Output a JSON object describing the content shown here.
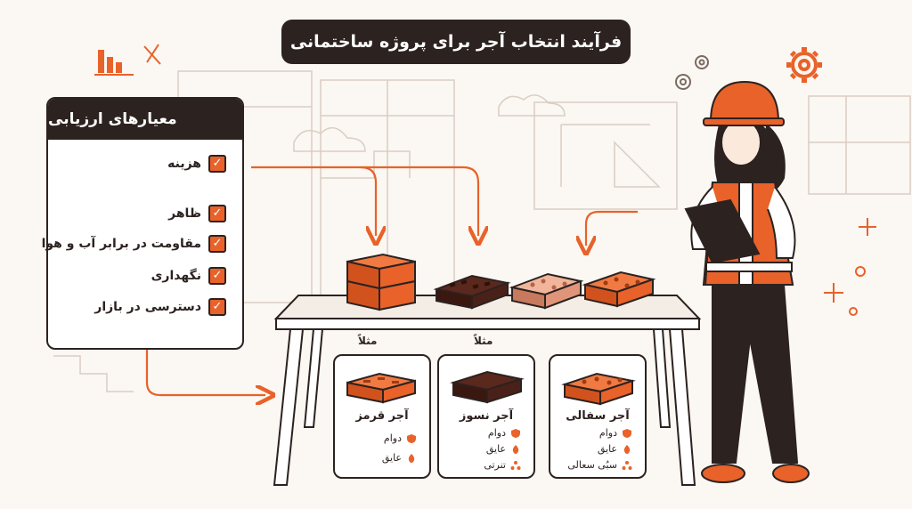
{
  "title": "فرآیند انتخاب آجر برای پروژه ساختمانی",
  "criteria": {
    "heading": "معیارهای ارزیابی",
    "items": [
      {
        "label": "هزینه"
      },
      {
        "label": "ظاهر"
      },
      {
        "label": "مقاومت در برابر آب و هوا"
      },
      {
        "label": "نگهداری"
      },
      {
        "label": "دسترسی در بازار"
      }
    ]
  },
  "example_label": "مثلاً",
  "cards": [
    {
      "title": "آجر قرمز",
      "props": [
        {
          "label": "دوام",
          "icon": "shield-icon"
        },
        {
          "label": "عایق",
          "icon": "flame-icon"
        }
      ]
    },
    {
      "title": "آجر نسوز",
      "props": [
        {
          "label": "دوام",
          "icon": "shield-icon"
        },
        {
          "label": "عایق",
          "icon": "flame-icon"
        },
        {
          "label": "تنرتی",
          "icon": "molecule-icon"
        }
      ]
    },
    {
      "title": "آجر سفالی",
      "props": [
        {
          "label": "دوام",
          "icon": "shield-icon"
        },
        {
          "label": "عایق",
          "icon": "flame-icon"
        },
        {
          "label": "سبُی سعالی",
          "icon": "molecule-icon"
        }
      ]
    }
  ],
  "colors": {
    "accent": "#e8622a",
    "dark": "#2c2220",
    "fire_brick": "#4a2118",
    "terracotta": "#e0957a",
    "background": "#fbf7f2"
  }
}
